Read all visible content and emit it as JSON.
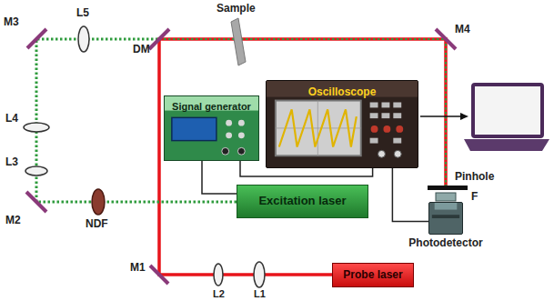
{
  "diagram": {
    "nodes": [
      {
        "text": [
          "Oscilloscope"
        ]
      },
      {
        "text": [
          "Signal generator"
        ]
      },
      {
        "text": [
          "Excitation laser"
        ]
      },
      {
        "text": [
          "Probe laser"
        ]
      },
      {
        "text": [
          "Photodetector"
        ]
      }
    ],
    "edges": [
      {
        "from": 1,
        "to": 2,
        "arrow": "none"
      },
      {
        "from": 1,
        "to": 0,
        "arrow": "none"
      },
      {
        "from": 4,
        "to": 0,
        "arrow": "none"
      }
    ],
    "labels": [
      "Sample",
      "L5",
      "M3",
      "DM",
      "M4",
      "L4",
      "L3",
      "M2",
      "NDF",
      "M1",
      "L2",
      "L1",
      "Pinhole",
      "F"
    ]
  }
}
